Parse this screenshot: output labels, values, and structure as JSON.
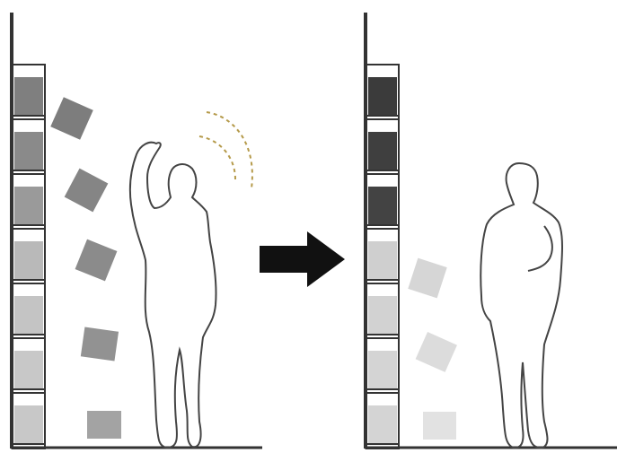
{
  "panels": [
    {
      "id": "before",
      "slot_count": 7,
      "slot_colors": [
        "#7f7f7f",
        "#8a8a8a",
        "#9a9a9a",
        "#b9b9b9",
        "#c4c4c4",
        "#c8c8c8",
        "#c8c8c8"
      ],
      "floating_tiles": [
        {
          "color": "#7d7d7d",
          "angle": 24
        },
        {
          "color": "#858585",
          "angle": 28
        },
        {
          "color": "#8b8b8b",
          "angle": 22
        },
        {
          "color": "#929292",
          "angle": 8
        },
        {
          "color": "#a3a3a3",
          "angle": 0
        }
      ],
      "figure": "person-waving",
      "signal": "wave-signal"
    },
    {
      "id": "after",
      "slot_count": 7,
      "slot_colors": [
        "#3b3b3b",
        "#3f3f3f",
        "#434343",
        "#cfcfcf",
        "#d2d2d2",
        "#d4d4d4",
        "#d4d4d4"
      ],
      "floating_tiles": [
        {
          "color": "#d6d6d6",
          "angle": 18
        },
        {
          "color": "#dcdcdc",
          "angle": 24
        },
        {
          "color": "#e2e2e2",
          "angle": 0
        }
      ],
      "figure": "person-standing"
    }
  ],
  "arrow": {
    "color": "#111111",
    "direction": "right"
  },
  "colors": {
    "outline": "#444444",
    "signal": "#b59a4a",
    "background": "#ffffff"
  }
}
